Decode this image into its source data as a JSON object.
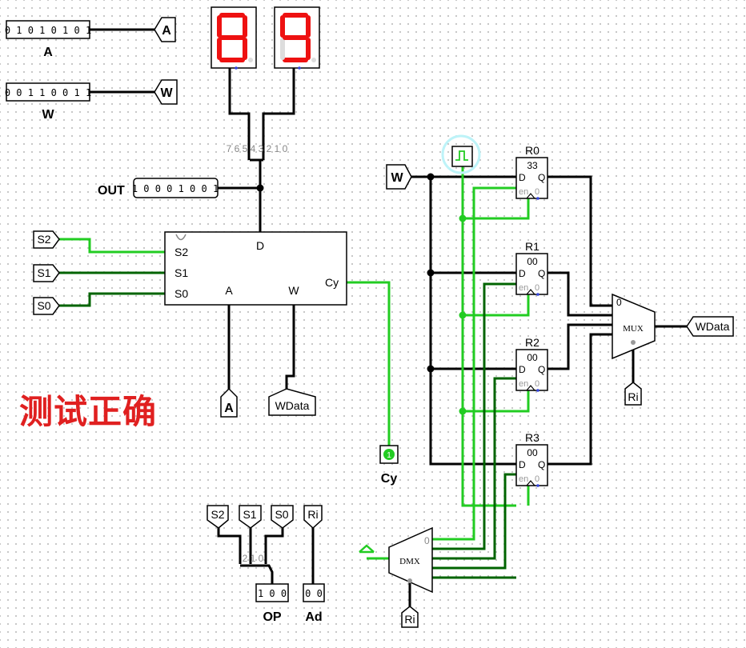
{
  "banner": "测试正确",
  "colors": {
    "wire_dark": "#000000",
    "wire_on": "#22cc22",
    "wire_off": "#006400",
    "seg_on": "#ee1111",
    "seg_off": "#dddddd",
    "banner": "#e02020"
  },
  "inputs": {
    "A": {
      "bits": "01010101",
      "label": "A"
    },
    "W": {
      "bits": "00110011",
      "label": "W"
    }
  },
  "pins": {
    "A_top": "A",
    "W_top": "W",
    "W_bus": "W",
    "S2": "S2",
    "S1": "S1",
    "S0": "S0",
    "A_alu": "A",
    "WData_alu": "WData",
    "WData_out": "WData",
    "Ri_mux": "Ri",
    "Ri_dmx": "Ri",
    "S2_b": "S2",
    "S1_b": "S1",
    "S0_b": "S0",
    "Ri_b": "Ri"
  },
  "displays": {
    "left_digit": "8",
    "right_digit": "9"
  },
  "splitter_bits": "7 6 5 4 3 2 1 0",
  "out_probe": {
    "label": "OUT",
    "bits": "10001001"
  },
  "alu": {
    "D": "D",
    "S2": "S2",
    "S1": "S1",
    "S0": "S0",
    "A": "A",
    "W": "W",
    "Cy": "Cy"
  },
  "cy_probe": {
    "value": "1",
    "label": "Cy"
  },
  "clock_icon": "clock-icon",
  "registers": [
    {
      "name": "R0",
      "value": "33",
      "D": "D",
      "Q": "Q",
      "en": "en",
      "z": "0"
    },
    {
      "name": "R1",
      "value": "00",
      "D": "D",
      "Q": "Q",
      "en": "en",
      "z": "0"
    },
    {
      "name": "R2",
      "value": "00",
      "D": "D",
      "Q": "Q",
      "en": "en",
      "z": "0"
    },
    {
      "name": "R3",
      "value": "00",
      "D": "D",
      "Q": "Q",
      "en": "en",
      "z": "0"
    }
  ],
  "mux": {
    "label": "MUX",
    "zero": "0"
  },
  "dmx": {
    "label": "DMX",
    "zero": "0"
  },
  "op_probe": {
    "value": "1 0 0",
    "label": "OP"
  },
  "ad_probe": {
    "value": "0 0",
    "label": "Ad"
  },
  "op_splitter_bits": "2 1 0"
}
